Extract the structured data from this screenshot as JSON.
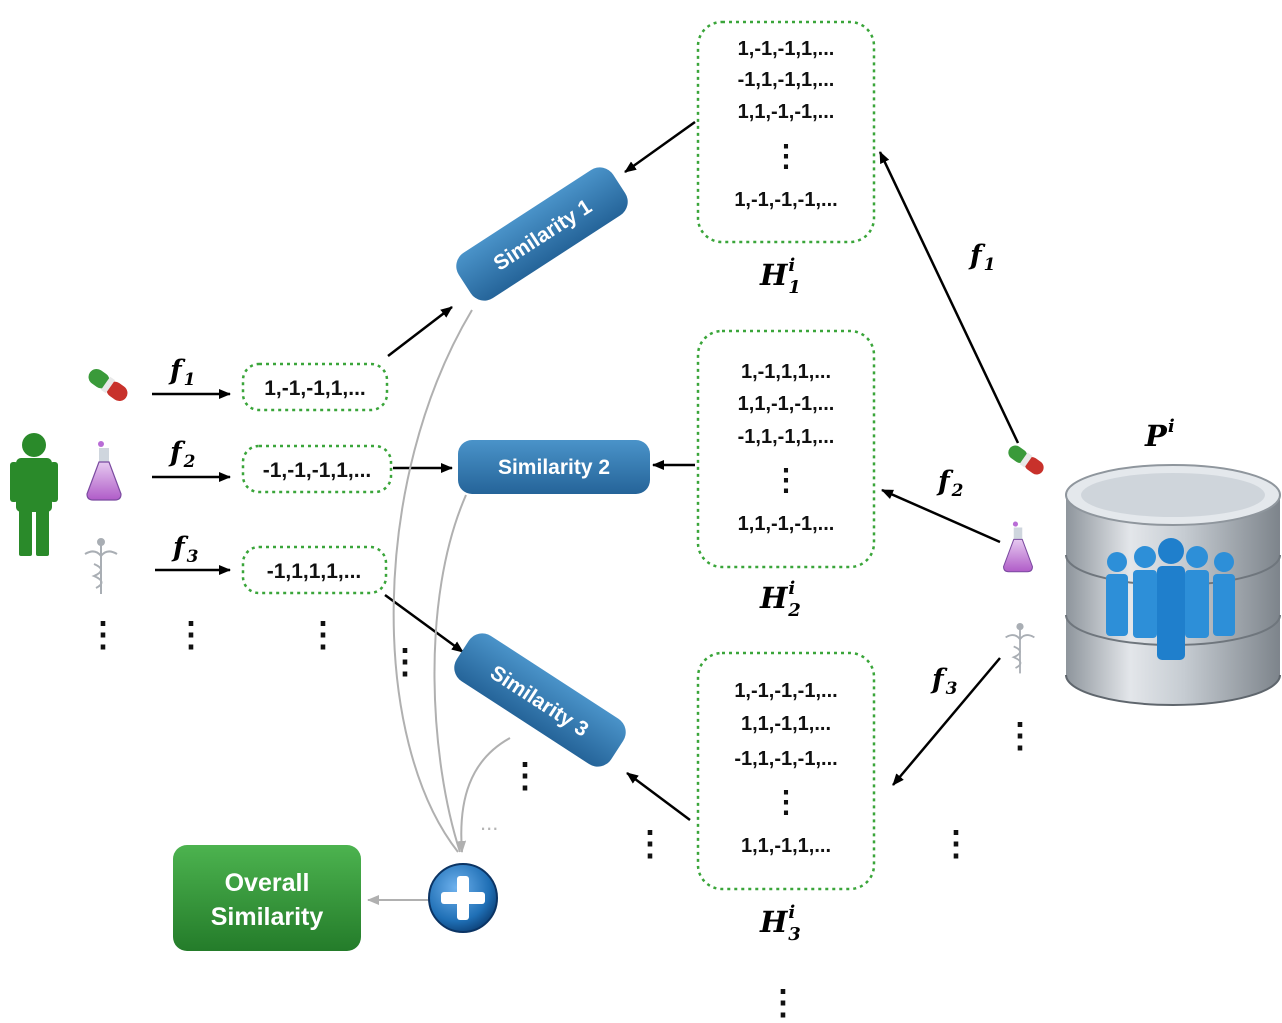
{
  "hash_tables": [
    {
      "rows": [
        "1,-1,-1,1,...",
        "-1,1,-1,1,...",
        "1,1,-1,-1,...",
        "1,-1,-1,-1,..."
      ]
    },
    {
      "rows": [
        "1,-1,1,1,...",
        "1,1,-1,-1,...",
        "-1,1,-1,1,...",
        "1,1,-1,-1,..."
      ]
    },
    {
      "rows": [
        "1,-1,-1,-1,...",
        "1,1,-1,1,...",
        "-1,1,-1,-1,...",
        "1,1,-1,1,..."
      ]
    }
  ],
  "labels": {
    "H1": {
      "base": "H",
      "sup": "i",
      "sub": "1"
    },
    "H2": {
      "base": "H",
      "sup": "i",
      "sub": "2"
    },
    "H3": {
      "base": "H",
      "sup": "i",
      "sub": "3"
    },
    "P": {
      "base": "P",
      "sup": "i"
    },
    "f1": {
      "base": "f",
      "sub": "1"
    },
    "f2": {
      "base": "f",
      "sub": "2"
    },
    "f3": {
      "base": "f",
      "sub": "3"
    }
  },
  "query_vectors": [
    "1,-1,-1,1,...",
    "-1,-1,-1,1,...",
    "-1,1,1,1,..."
  ],
  "similarity_labels": [
    "Similarity 1",
    "Similarity 2",
    "Similarity 3"
  ],
  "overall": {
    "line1": "Overall",
    "line2": "Similarity"
  },
  "ellipsis_h": "...",
  "ellipsis_v": "⋮",
  "colors": {
    "similarity_fill": "#2f77ad",
    "overall_fill": "#2e9a3a",
    "patient_green": "#2a8a2a",
    "dotted_border": "#3aa53a",
    "plus_blue": "#1f6fb5",
    "db_silver": "#b9bfc6",
    "people_blue": "#2d8fd8"
  },
  "icons": [
    "patient-icon",
    "pill-icon",
    "flask-icon",
    "caduceus-icon",
    "database-icon",
    "people-icon",
    "plus-icon"
  ]
}
